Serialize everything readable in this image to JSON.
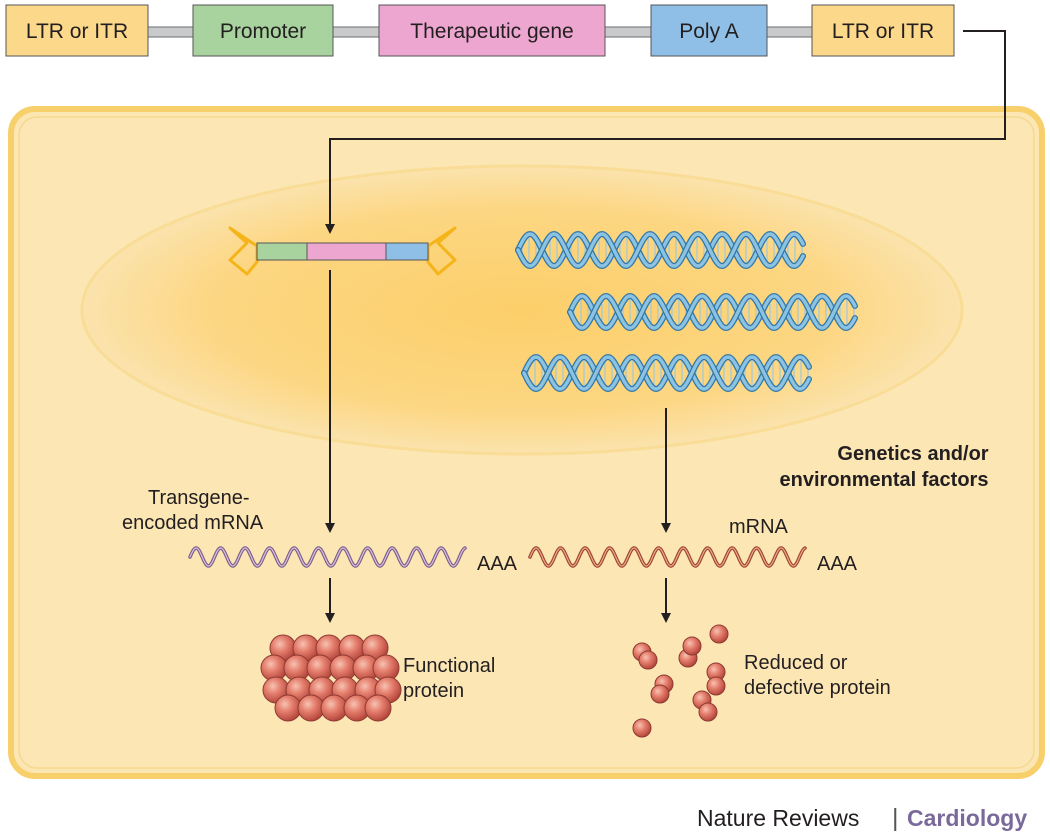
{
  "construct": {
    "boxes": [
      {
        "label": "LTR or ITR",
        "color": "#fcd98a"
      },
      {
        "label": "Promoter",
        "color": "#a9d39e"
      },
      {
        "label": "Therapeutic gene",
        "color": "#eda6cf"
      },
      {
        "label": "Poly A",
        "color": "#8fbfe6"
      },
      {
        "label": "LTR or ITR",
        "color": "#fcd98a"
      }
    ]
  },
  "cell": {
    "factors_label_line1": "Genetics and/or",
    "factors_label_line2": "environmental factors"
  },
  "left_path": {
    "mrna_label_line1": "Transgene-",
    "mrna_label_line2": "encoded mRNA",
    "polya": "AAA",
    "protein_label_line1": "Functional",
    "protein_label_line2": "protein"
  },
  "right_path": {
    "mrna_label": "mRNA",
    "polya": "AAA",
    "protein_label_line1": "Reduced or",
    "protein_label_line2": "defective protein"
  },
  "footer": {
    "journal": "Nature Reviews",
    "separator": "|",
    "section": "Cardiology"
  },
  "colors": {
    "cell_fill": "#fbe6b4",
    "cell_border": "#f8d06b",
    "nucleus": "#fbd47b",
    "dna": "#5aa3cc",
    "protein": "#e0786a",
    "cardiology": "#7a6a9a"
  }
}
